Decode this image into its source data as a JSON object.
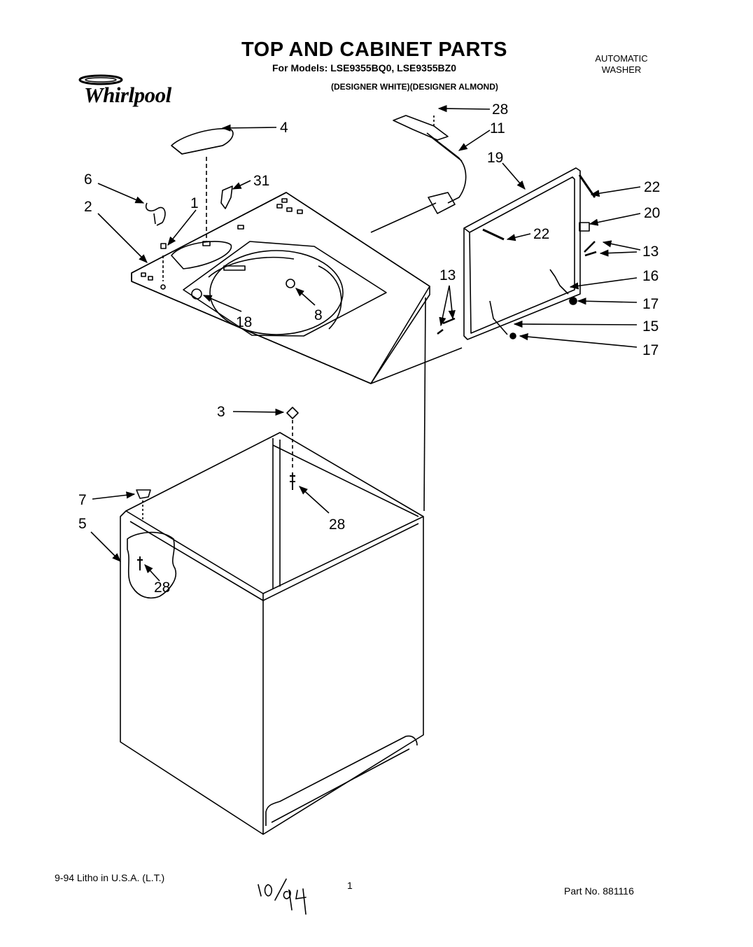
{
  "header": {
    "title": "TOP AND CABINET PARTS",
    "models": "For Models: LSE9355BQ0, LSE9355BZ0",
    "finishes": "(DESIGNER WHITE)(DESIGNER ALMOND)",
    "product_type_line1": "AUTOMATIC",
    "product_type_line2": "WASHER",
    "brand": "Whirlpool"
  },
  "callouts": [
    "28",
    "4",
    "11",
    "19",
    "6",
    "31",
    "22",
    "2",
    "1",
    "20",
    "22",
    "13",
    "13",
    "16",
    "8",
    "18",
    "17",
    "15",
    "17",
    "3",
    "7",
    "28",
    "5",
    "28"
  ],
  "footer": {
    "print_info": "9-94 Litho in U.S.A. (L.T.)",
    "page_number": "1",
    "part_number": "Part No. 881116",
    "handwritten_date": "10/94"
  }
}
